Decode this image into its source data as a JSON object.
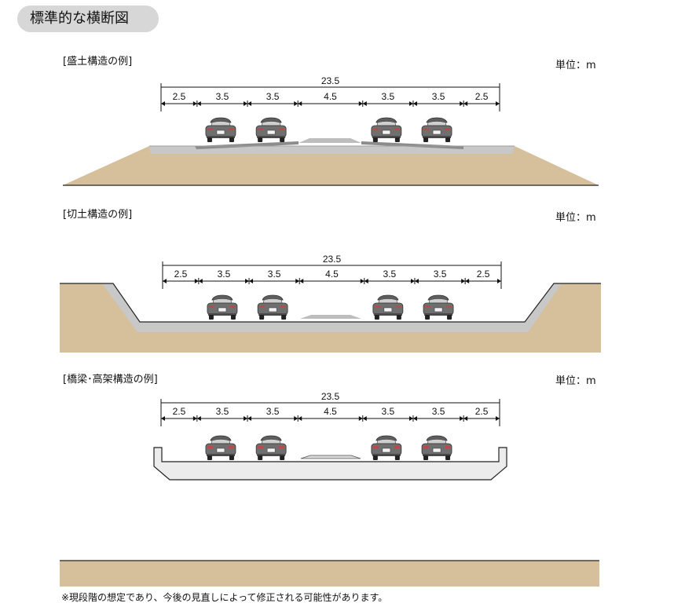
{
  "page_title": "標準的な横断図",
  "unit_label": "単位：m",
  "footnote": "※現段階の想定であり、今後の見直しによって修正される可能性があります。",
  "colors": {
    "earth": "#d6c09c",
    "road": "#c8c8c8",
    "road_edge": "#9e9e9e",
    "dark_lane": "#8c8c8c",
    "car_body": "#6f6f6f",
    "bridge_fill": "#ececec"
  },
  "dimensions": {
    "total": "23.5",
    "segments": [
      "2.5",
      "3.5",
      "3.5",
      "4.5",
      "3.5",
      "3.5",
      "2.5"
    ]
  },
  "sections": [
    {
      "label": "[盛土構造の例]"
    },
    {
      "label": "[切土構造の例]"
    },
    {
      "label": "[橋梁･高架構造の例]"
    }
  ],
  "car_icon": "sedan-rear-view-icon"
}
